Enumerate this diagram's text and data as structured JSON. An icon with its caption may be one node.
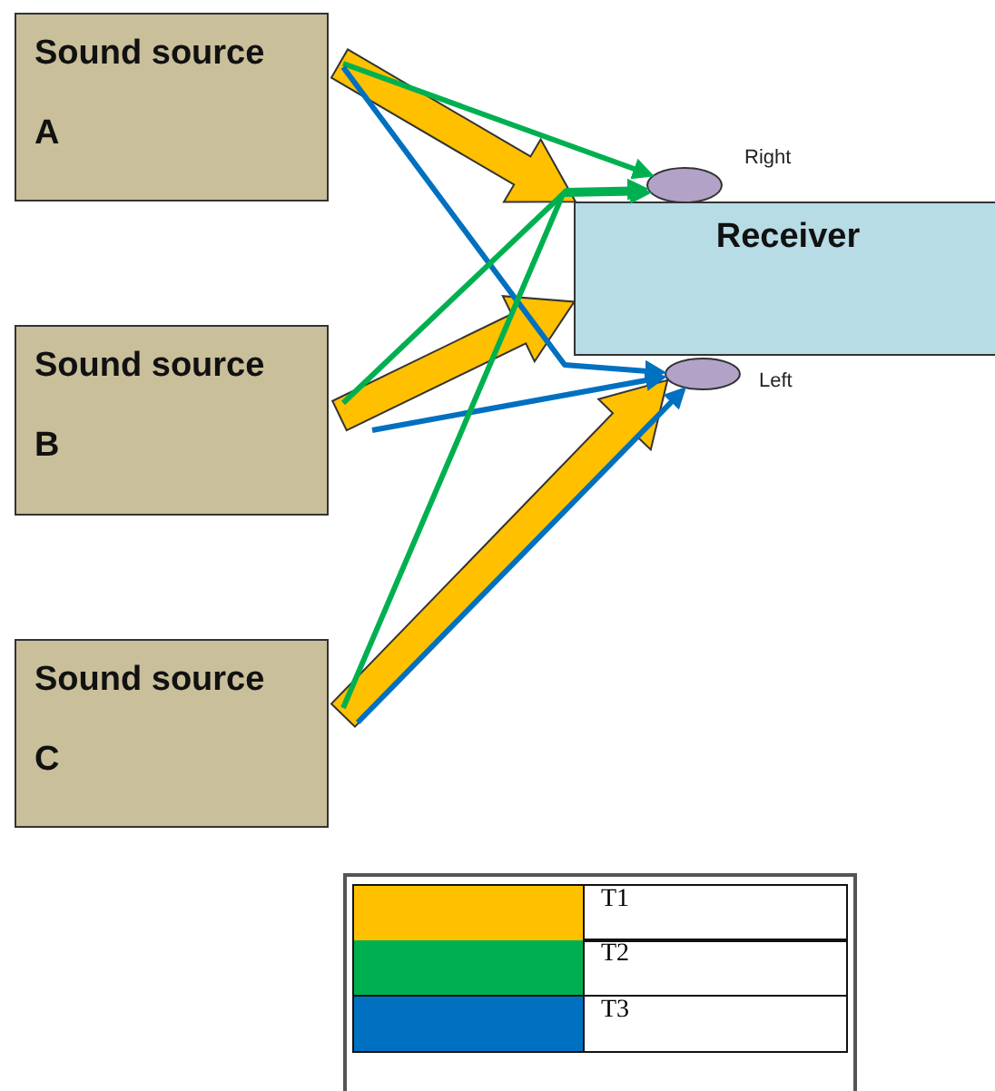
{
  "diagram": {
    "nodes": [
      {
        "text": [
          "Sound source A"
        ]
      },
      {
        "text": [
          "Sound source B"
        ]
      },
      {
        "text": [
          "Sound source C"
        ]
      },
      {
        "text": [
          "Receiver"
        ]
      },
      {
        "text": [],
        "shape": "ellipse",
        "beside": [
          "Right"
        ]
      },
      {
        "text": [],
        "shape": "ellipse",
        "beside": [
          "Left"
        ]
      }
    ],
    "edges": [
      {
        "from": 0,
        "to": 3,
        "arrow": "to",
        "style": "thick",
        "color": "#ffc000"
      },
      {
        "from": 0,
        "to": 4,
        "arrow": "to",
        "color": "#00b050"
      },
      {
        "from": 0,
        "to": 5,
        "arrow": "to",
        "color": "#0070c0"
      },
      {
        "from": 1,
        "to": 3,
        "arrow": "to",
        "style": "thick",
        "color": "#ffc000"
      },
      {
        "from": 1,
        "to": 4,
        "arrow": "to",
        "color": "#00b050"
      },
      {
        "from": 1,
        "to": 5,
        "arrow": "to",
        "color": "#0070c0"
      },
      {
        "from": 2,
        "to": 5,
        "arrow": "to",
        "style": "thick",
        "color": "#ffc000"
      },
      {
        "from": 2,
        "to": 4,
        "arrow": "to",
        "color": "#00b050"
      },
      {
        "from": 2,
        "to": 5,
        "arrow": "to",
        "color": "#0070c0"
      }
    ],
    "legend": [
      {
        "text": "T1",
        "color": "#ffc000"
      },
      {
        "text": "T2",
        "color": "#00b050"
      },
      {
        "text": "T3",
        "color": "#0070c0"
      }
    ]
  }
}
